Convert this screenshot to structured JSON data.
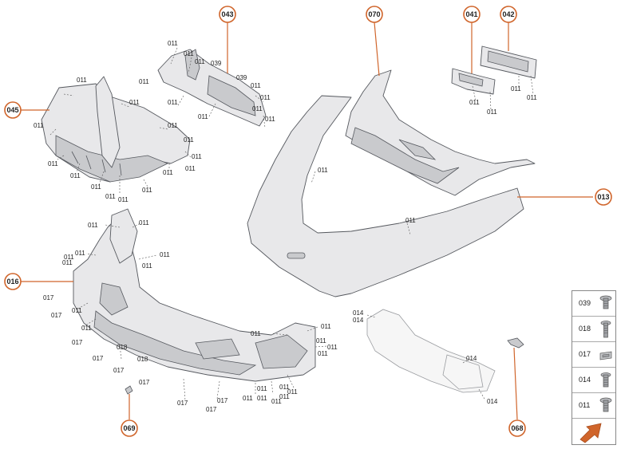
{
  "callouts": {
    "c043": "043",
    "c070": "070",
    "c041": "041",
    "c042": "042",
    "c045": "045",
    "c013": "013",
    "c016": "016",
    "c069": "069",
    "c068": "068"
  },
  "labels": {
    "l1": "011",
    "l2": "011",
    "l3": "011",
    "l4": "039",
    "l5": "039",
    "l6": "011",
    "l7": "011",
    "l8": "011",
    "l9": "011",
    "l10": "011",
    "l11": "011",
    "l12": "011",
    "l13": "011",
    "l14": "011",
    "l15": "011",
    "l16": "011",
    "l17": "011",
    "l18": "011",
    "l19": "011",
    "l20": "011",
    "l21": "011",
    "l22": "011",
    "l23": "011",
    "l24": "011",
    "l25": "011",
    "l26": "011",
    "l27": "011",
    "l28": "011",
    "l29": "011",
    "l30": "011",
    "l31": "011",
    "l32": "011",
    "l33": "011",
    "l34": "011",
    "l35": "011",
    "l36": "011",
    "l37": "011",
    "l38": "017",
    "l39": "017",
    "l40": "011",
    "l41": "017",
    "l42": "017",
    "l43": "017",
    "l44": "018",
    "l45": "017",
    "l46": "017",
    "l47": "017",
    "l48": "018",
    "l49": "017",
    "l50": "011",
    "l51": "011",
    "l52": "011",
    "l53": "011",
    "l54": "011",
    "l55": "011",
    "l56": "011",
    "l57": "011",
    "l58": "011",
    "l59": "011",
    "l60": "014",
    "l61": "014",
    "l62": "014",
    "l63": "014",
    "l64": "011",
    "l65": "011",
    "l66": "011",
    "l67": "011",
    "l68": "011"
  },
  "legend": {
    "items": [
      {
        "code": "039",
        "icon": "screw-icon"
      },
      {
        "code": "018",
        "icon": "long-screw-icon"
      },
      {
        "code": "017",
        "icon": "clip-nut-icon"
      },
      {
        "code": "014",
        "icon": "screw-icon"
      },
      {
        "code": "011",
        "icon": "screw-icon"
      }
    ],
    "arrow_icon": "forward-arrow-icon"
  },
  "colors": {
    "accent": "#d0652b",
    "part_fill": "#e8e8ea",
    "outline": "#55585e"
  }
}
